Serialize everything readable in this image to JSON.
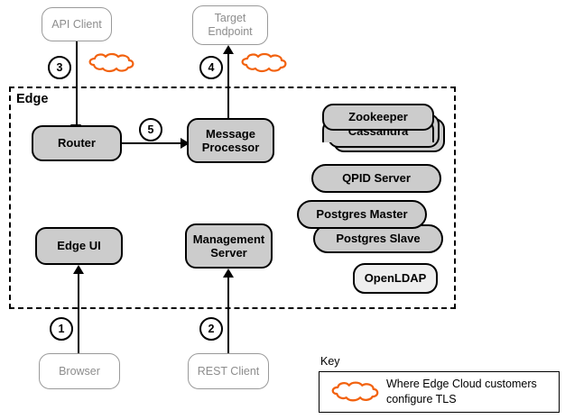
{
  "diagram": {
    "boundary": {
      "label": "Edge"
    },
    "external_nodes": [
      {
        "id": "api-client",
        "label": "API Client"
      },
      {
        "id": "target-endpoint",
        "label": "Target Endpoint"
      },
      {
        "id": "browser",
        "label": "Browser"
      },
      {
        "id": "rest-client",
        "label": "REST Client"
      }
    ],
    "components": [
      {
        "id": "router",
        "label": "Router"
      },
      {
        "id": "message-processor",
        "label": "Message Processor"
      },
      {
        "id": "edge-ui",
        "label": "Edge UI"
      },
      {
        "id": "management-server",
        "label": "Management Server"
      },
      {
        "id": "zookeeper",
        "label": "Zookeeper"
      },
      {
        "id": "cassandra",
        "label": "Cassandra"
      },
      {
        "id": "qpid-server",
        "label": "QPID Server"
      },
      {
        "id": "postgres-master",
        "label": "Postgres Master"
      },
      {
        "id": "postgres-slave",
        "label": "Postgres Slave"
      },
      {
        "id": "openldap",
        "label": "OpenLDAP"
      }
    ],
    "steps": [
      {
        "id": "step-1",
        "label": "1"
      },
      {
        "id": "step-2",
        "label": "2"
      },
      {
        "id": "step-3",
        "label": "3"
      },
      {
        "id": "step-4",
        "label": "4"
      },
      {
        "id": "step-5",
        "label": "5"
      }
    ],
    "key": {
      "title": "Key",
      "entry_icon": "tls-cloud-icon",
      "entry_text": "Where Edge Cloud customers configure TLS"
    },
    "colors": {
      "cloud_orange": "#F2620F",
      "component_fill": "#CCCCCC",
      "component_fill_light": "#EEEEEE",
      "external_stroke": "#9A9A9A",
      "external_text": "#8D8D8D",
      "stroke": "#000000"
    }
  }
}
